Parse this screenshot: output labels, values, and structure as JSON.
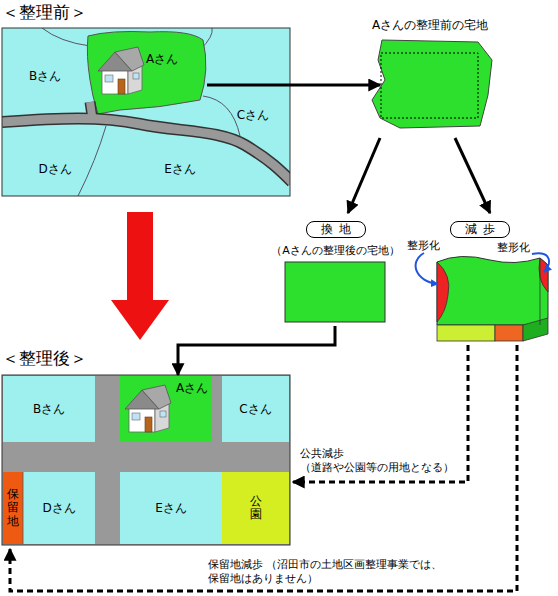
{
  "diagram": {
    "nodes": [
      {
        "text": [
          "＜整理前＞"
        ]
      },
      {
        "text": [
          "Bさん"
        ],
        "in": 0
      },
      {
        "text": [
          "Aさん"
        ],
        "in": 0
      },
      {
        "text": [
          "Cさん"
        ],
        "in": 0
      },
      {
        "text": [
          "Dさん"
        ],
        "in": 0
      },
      {
        "text": [
          "Eさん"
        ],
        "in": 0
      },
      {
        "text": [
          "Aさんの整理前の宅地"
        ]
      },
      {
        "text": [
          "換地",
          "（Aさんの整理後の宅地）"
        ]
      },
      {
        "text": [
          "減歩",
          "整形化",
          "整形化"
        ]
      },
      {
        "text": [
          "＜整理後＞"
        ]
      },
      {
        "text": [
          "Bさん"
        ],
        "in": 9
      },
      {
        "text": [
          "Aさん"
        ],
        "in": 9
      },
      {
        "text": [
          "Cさん"
        ],
        "in": 9
      },
      {
        "text": [
          "保留地"
        ],
        "in": 9
      },
      {
        "text": [
          "Dさん"
        ],
        "in": 9
      },
      {
        "text": [
          "Eさん"
        ],
        "in": 9
      },
      {
        "text": [
          "公園"
        ],
        "in": 9
      }
    ],
    "edges": [
      {
        "from": 2,
        "to": 6,
        "arrow": "to"
      },
      {
        "from": 6,
        "to": 7,
        "arrow": "to"
      },
      {
        "from": 6,
        "to": 8,
        "arrow": "to"
      },
      {
        "from": 7,
        "to": 11,
        "arrow": "to"
      },
      {
        "from": 8,
        "to": 9,
        "arrow": "to",
        "label": "公共減歩 （道路や公園等の用地となる）"
      },
      {
        "from": 8,
        "to": 13,
        "arrow": "to",
        "label": "保留地減歩 （沼田市の土地区画整理事業では、保留地はありません）"
      },
      {
        "from": 0,
        "to": 9,
        "arrow": "to"
      }
    ]
  }
}
